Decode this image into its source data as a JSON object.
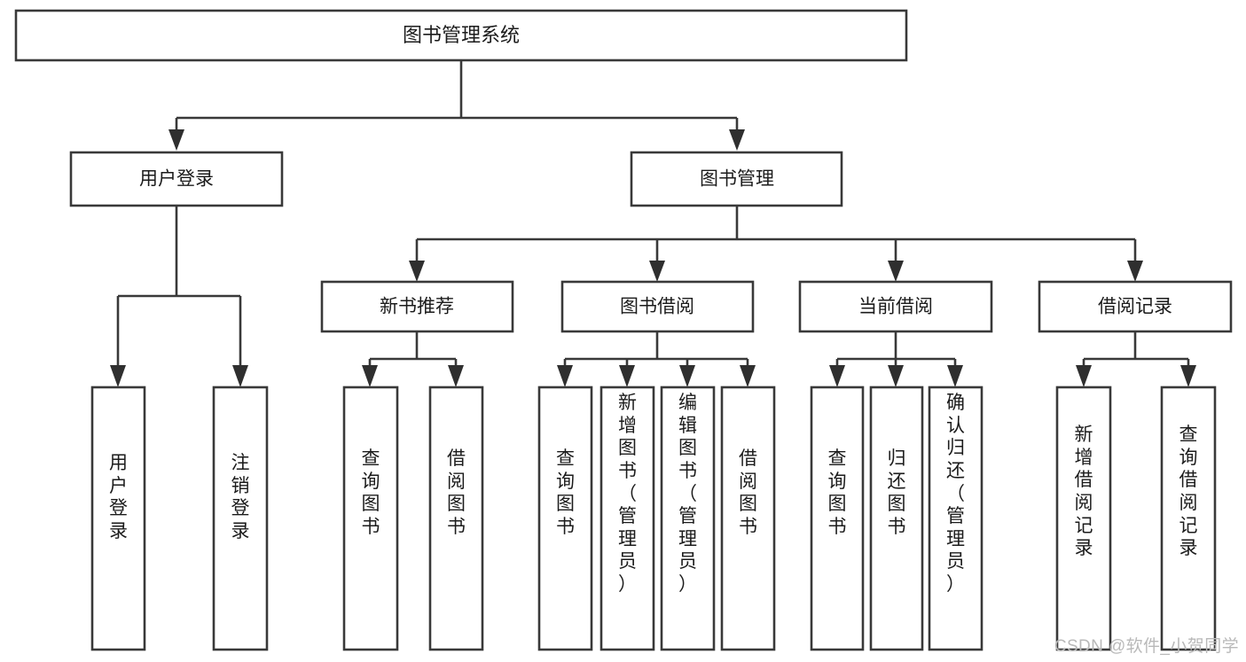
{
  "diagram": {
    "type": "tree",
    "title": "图书管理系统",
    "watermark": "CSDN @软件_小贺同学",
    "colors": {
      "box_stroke": "#393939",
      "box_fill": "#ffffff",
      "connector": "#393939",
      "text": "#1b1b1b",
      "watermark": "#b9b9b9",
      "background": "#ffffff"
    },
    "root": {
      "label": "图书管理系统"
    },
    "level2": [
      {
        "label": "用户登录"
      },
      {
        "label": "图书管理"
      }
    ],
    "level3": [
      {
        "label": "新书推荐"
      },
      {
        "label": "图书借阅"
      },
      {
        "label": "当前借阅"
      },
      {
        "label": "借阅记录"
      }
    ],
    "leaves": {
      "user_login": [
        {
          "label": "用户登录"
        },
        {
          "label": "注销登录"
        }
      ],
      "new_book_recommend": [
        {
          "label": "查询图书"
        },
        {
          "label": "借阅图书"
        }
      ],
      "book_borrow": [
        {
          "label": "查询图书"
        },
        {
          "label": "新增图书（管理员）"
        },
        {
          "label": "编辑图书（管理员）"
        },
        {
          "label": "借阅图书"
        }
      ],
      "current_borrow": [
        {
          "label": "查询图书"
        },
        {
          "label": "归还图书"
        },
        {
          "label": "确认归还（管理员）"
        }
      ],
      "borrow_records": [
        {
          "label": "新增借阅记录"
        },
        {
          "label": "查询借阅记录"
        }
      ]
    }
  }
}
